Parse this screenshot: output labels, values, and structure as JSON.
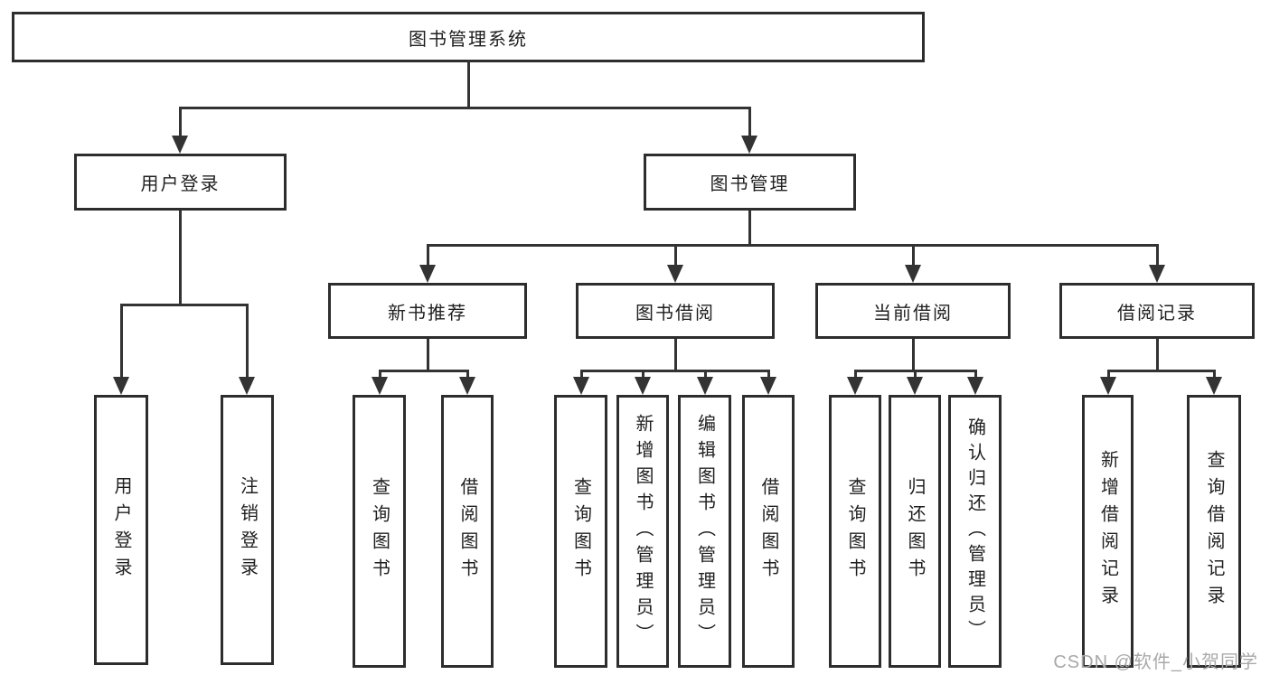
{
  "diagram": {
    "title": "图书管理系统",
    "branches": [
      {
        "label": "用户登录",
        "children": [
          {
            "label": "用户登录"
          },
          {
            "label": "注销登录"
          }
        ]
      },
      {
        "label": "图书管理",
        "children": [
          {
            "label": "新书推荐",
            "children": [
              {
                "label": "查询图书"
              },
              {
                "label": "借阅图书"
              }
            ]
          },
          {
            "label": "图书借阅",
            "children": [
              {
                "label": "查询图书"
              },
              {
                "label": "新增图书（管理员）"
              },
              {
                "label": "编辑图书（管理员）"
              },
              {
                "label": "借阅图书"
              }
            ]
          },
          {
            "label": "当前借阅",
            "children": [
              {
                "label": "查询图书"
              },
              {
                "label": "归还图书"
              },
              {
                "label": "确认归还（管理员）"
              }
            ]
          },
          {
            "label": "借阅记录",
            "children": [
              {
                "label": "新增借阅记录"
              },
              {
                "label": "查询借阅记录"
              }
            ]
          }
        ]
      }
    ]
  },
  "watermark": {
    "text": "CSDN @软件_小贺同学",
    "color": "#a9a9a9"
  },
  "colors": {
    "background": "#ffffff",
    "line": "#333333",
    "box_border": "#2d2d2d",
    "box_text": "#1f1f1f"
  }
}
